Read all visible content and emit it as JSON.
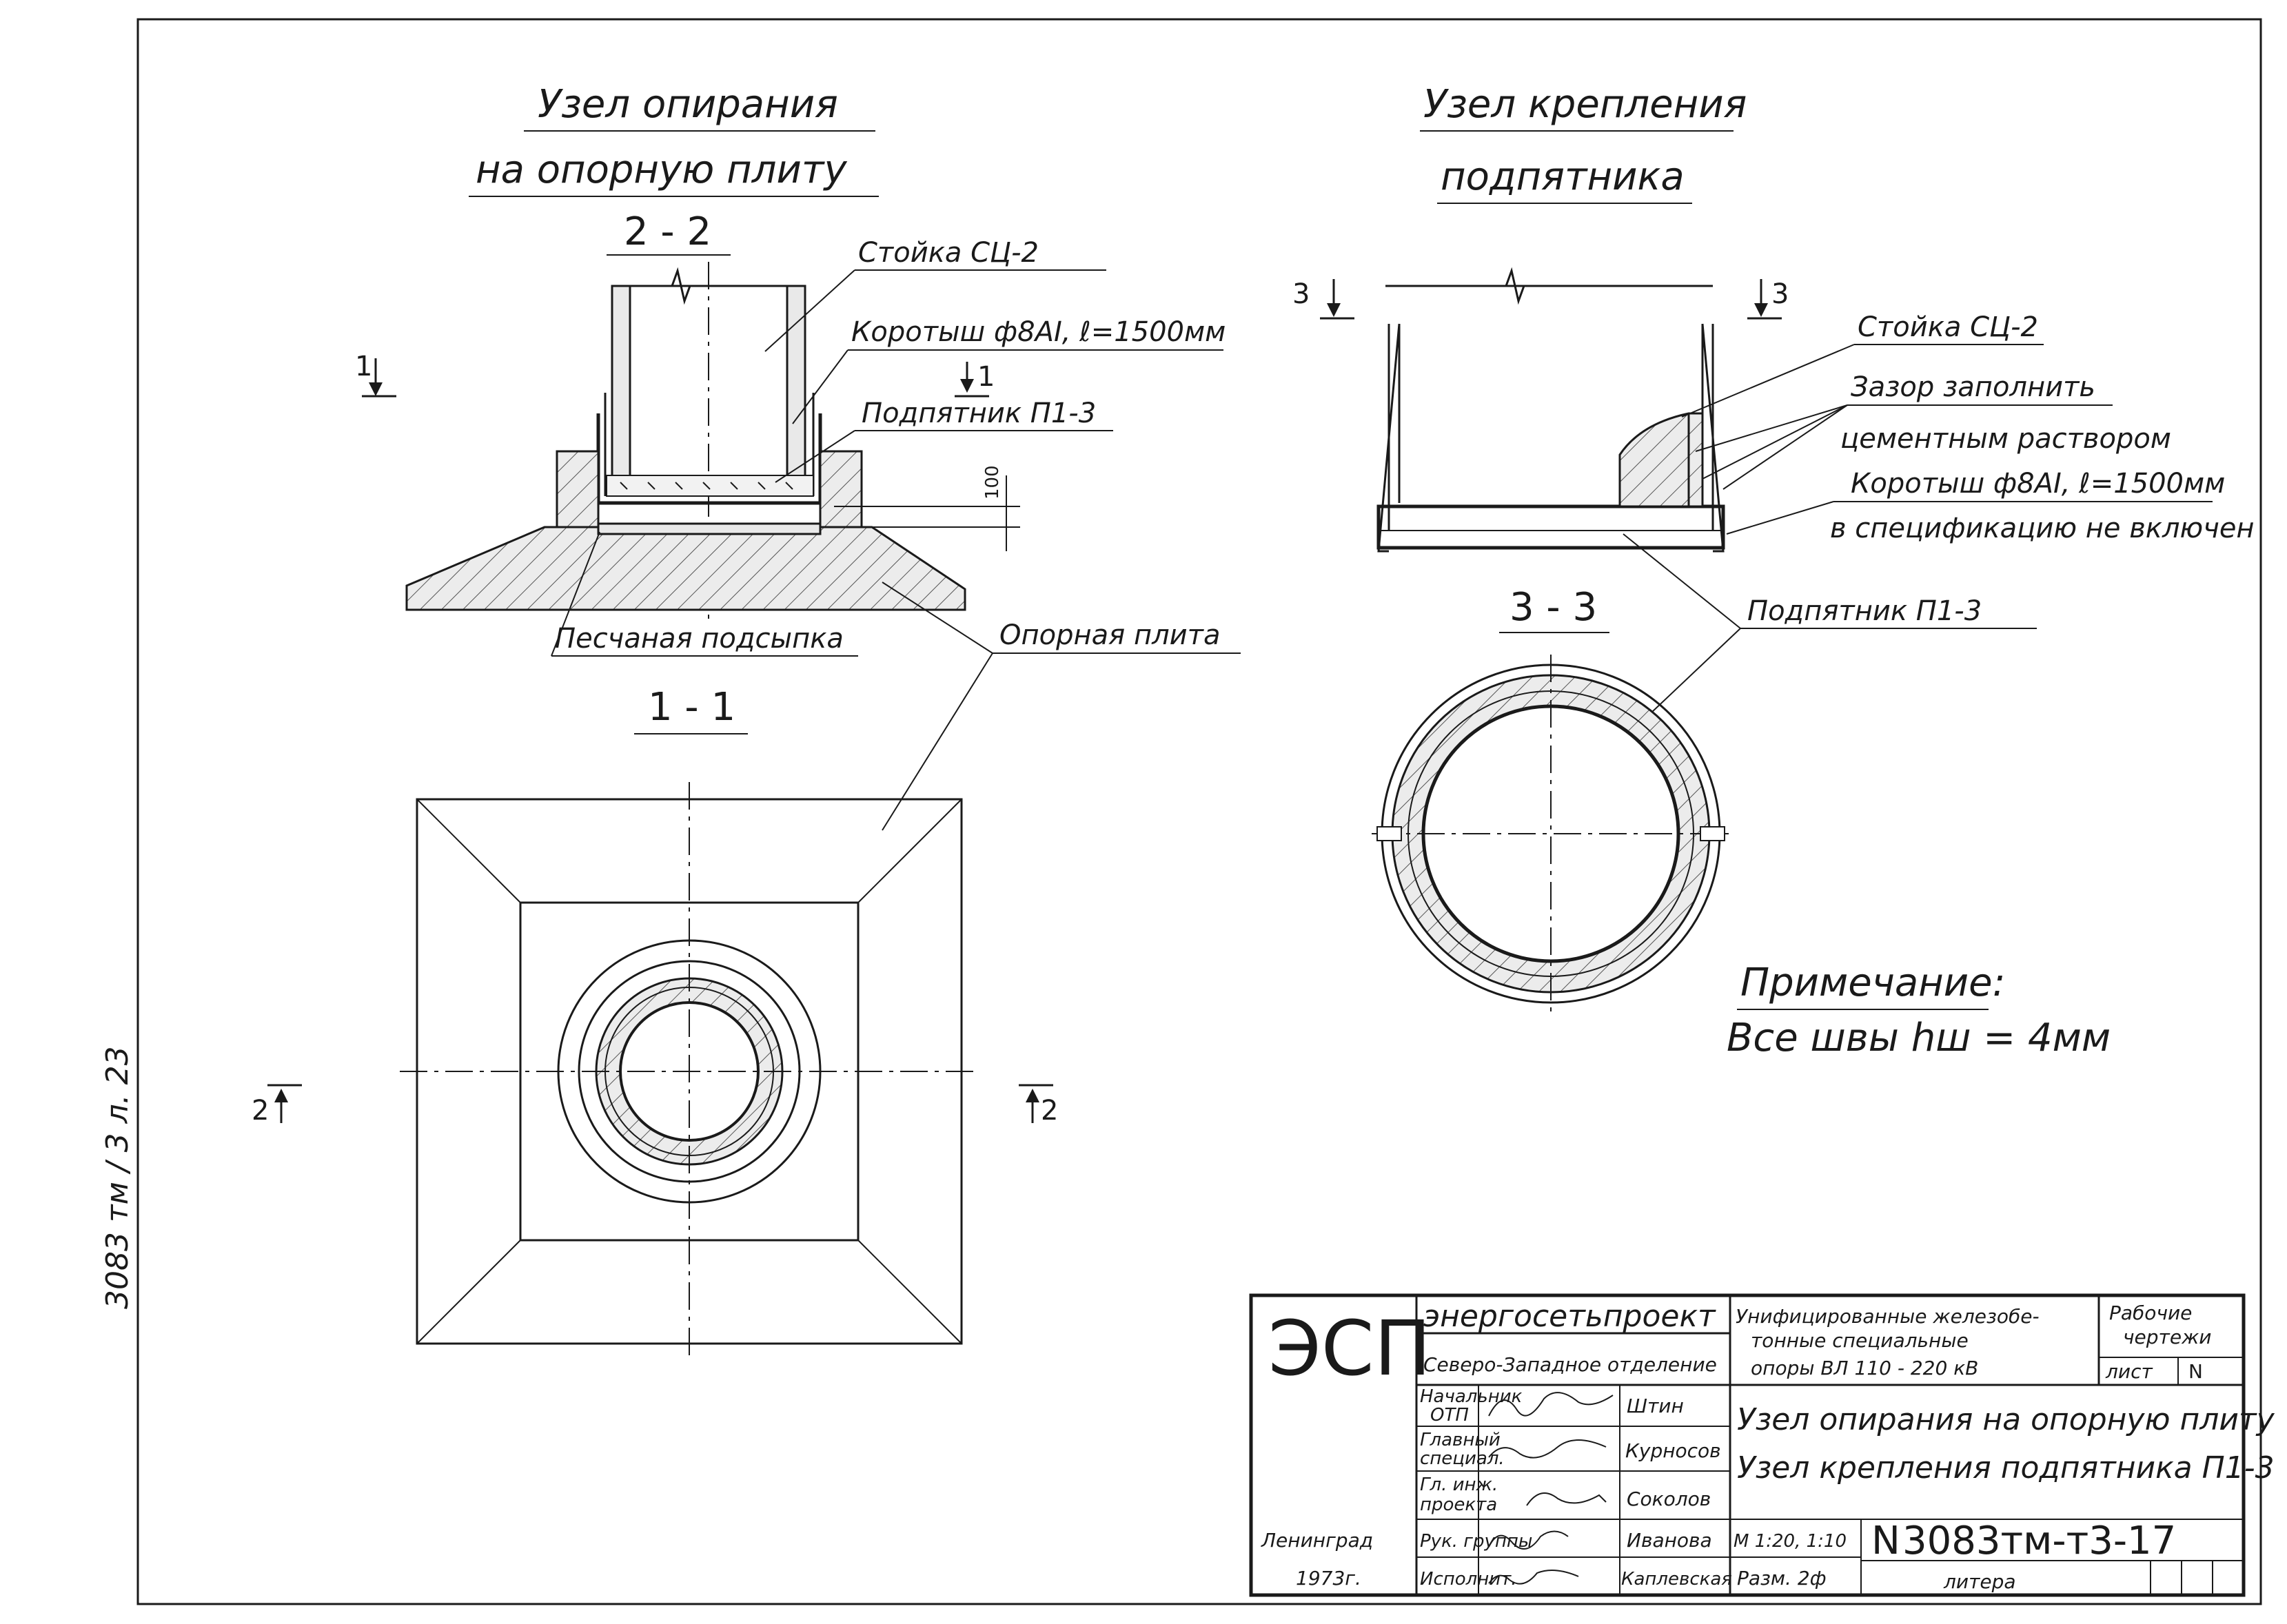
{
  "left_view": {
    "title_line1": "Узел опирания",
    "title_line2": "на опорную плиту",
    "section_2_2": "2 - 2",
    "section_1_1": "1 - 1",
    "mark_1_left": "1",
    "mark_1_mid": "1",
    "mark_2_left": "2",
    "mark_2_right": "2",
    "callout_stoika": "Стойка СЦ-2",
    "callout_korotysh": "Коротыш ф8АI, ℓ=1500мм",
    "callout_podpyatnik": "Подпятник П1-3",
    "callout_sand": "Песчаная подсыпка",
    "callout_plate": "Опорная плита",
    "dim_100": "100"
  },
  "right_view": {
    "title_line1": "Узел крепления",
    "title_line2": "подпятника",
    "section_3_3": "3 - 3",
    "mark_3_left": "3",
    "mark_3_right": "3",
    "callout_stoika": "Стойка СЦ-2",
    "callout_gap_1": "Зазор заполнить",
    "callout_gap_2": "цементным раствором",
    "callout_korotysh": "Коротыш ф8АI, ℓ=1500мм",
    "callout_not_included": "в спецификацию не включен",
    "callout_podpyatnik": "Подпятник П1-3"
  },
  "note": {
    "heading": "Примечание:",
    "text": "Все швы hш = 4мм"
  },
  "margin_text": "3083 тм / 3 л. 23",
  "title_block": {
    "logo": "ЭСП",
    "org": "энергосетьпроект",
    "branch": "Северо-Западное отделение",
    "project_1": "Унифицированные железобе-",
    "project_2": "тонные специальные",
    "project_3": "опоры ВЛ 110 - 220 кВ",
    "stage_1": "Рабочие",
    "stage_2": "чертежи",
    "sheet_label": "лист",
    "sheet_value": "N",
    "roles": [
      {
        "role_1": "Начальник",
        "role_2": "ОТП",
        "name": "Штин"
      },
      {
        "role_1": "Главный",
        "role_2": "специал.",
        "name": "Курносов"
      },
      {
        "role_1": "Гл. инж.",
        "role_2": "проекта",
        "name": "Соколов"
      },
      {
        "role_1": "Рук. группы",
        "role_2": "",
        "name": "Иванова"
      },
      {
        "role_1": "Исполнит.",
        "role_2": "",
        "name": "Каплевская"
      }
    ],
    "drawing_title_1": "Узел опирания на опорную плиту",
    "drawing_title_2": "Узел крепления подпятника П1-3",
    "scale": "М 1:20, 1:10",
    "size": "Разм. 2ф",
    "doc_prefix": "N",
    "doc_number": "3083тм-т3-17",
    "litera": "литера",
    "city": "Ленинград",
    "year": "1973г."
  }
}
